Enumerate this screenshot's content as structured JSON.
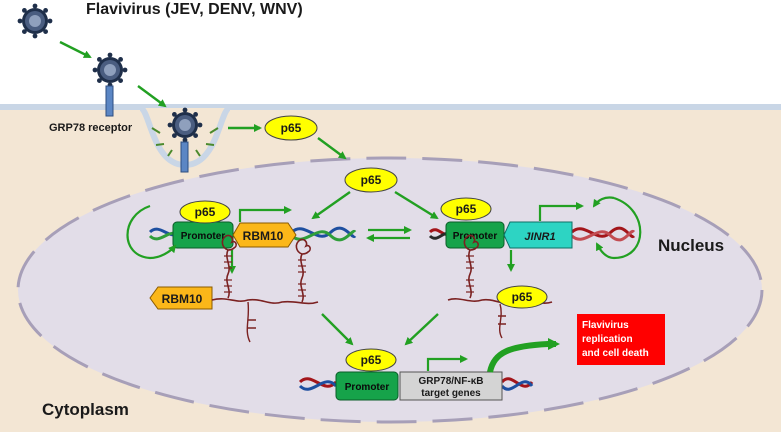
{
  "title": "Flavivirus (JEV, DENV, WNV)",
  "receptor_label": "GRP78 receptor",
  "p65_label": "p65",
  "promoter_label": "Promoter",
  "rbm10_gene": "RBM10",
  "rbm10_protein": "RBM10",
  "jinr1_gene": "JINR1",
  "target_genes_line1": "GRP78/NF-κB",
  "target_genes_line2": "target genes",
  "outcome_lines": [
    "Flavivirus",
    "replication",
    "and cell death"
  ],
  "nucleus_label": "Nucleus",
  "cytoplasm_label": "Cytoplasm",
  "colors": {
    "cytoplasm": "#f3e6d4",
    "membrane": "#c9d6e6",
    "nucleus_fill": "#e2dde8",
    "nucleus_border": "#a79fb8",
    "p65": "#ffff00",
    "promoter": "#16a34a",
    "rbm10": "#fbb719",
    "jinr1": "#2dd4c3",
    "target": "#d4d4d4",
    "arrow": "#22a022",
    "outcome": "#ff0000",
    "rna": "#7b2121",
    "virus": "#1f2f4a"
  }
}
